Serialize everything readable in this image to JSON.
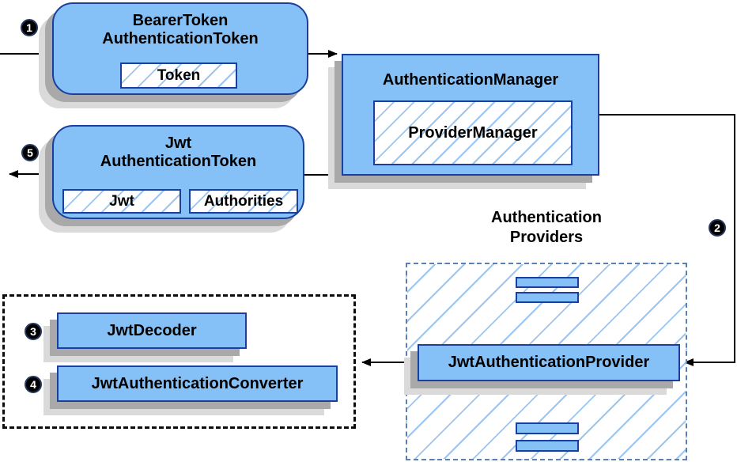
{
  "steps": [
    "1",
    "2",
    "3",
    "4",
    "5"
  ],
  "boxes": {
    "bearer_token": {
      "title": "BearerToken\nAuthenticationToken",
      "field": "Token"
    },
    "authentication_manager": {
      "title": "AuthenticationManager",
      "implementation": "ProviderManager"
    },
    "jwt_authentication_token": {
      "title": "Jwt\nAuthenticationToken",
      "fields": [
        "Jwt",
        "Authorities"
      ]
    },
    "providers_group": {
      "label": "Authentication\nProviders",
      "provider": "JwtAuthenticationProvider"
    },
    "decoder_group": {
      "items": [
        "JwtDecoder",
        "JwtAuthenticationConverter"
      ]
    }
  },
  "colors": {
    "box_fill": "#85c1f6",
    "box_border": "#1a3fa0",
    "hatch_line": "#9cc5ef",
    "dashed_blue_border": "#5a7fb5",
    "dashed_black_border": "#0d0d0d",
    "shadow_dark": "#a9a9a9",
    "shadow_light": "#dadada",
    "arrow": "#000000",
    "badge_bg": "#000000",
    "badge_text": "#ffffff"
  }
}
